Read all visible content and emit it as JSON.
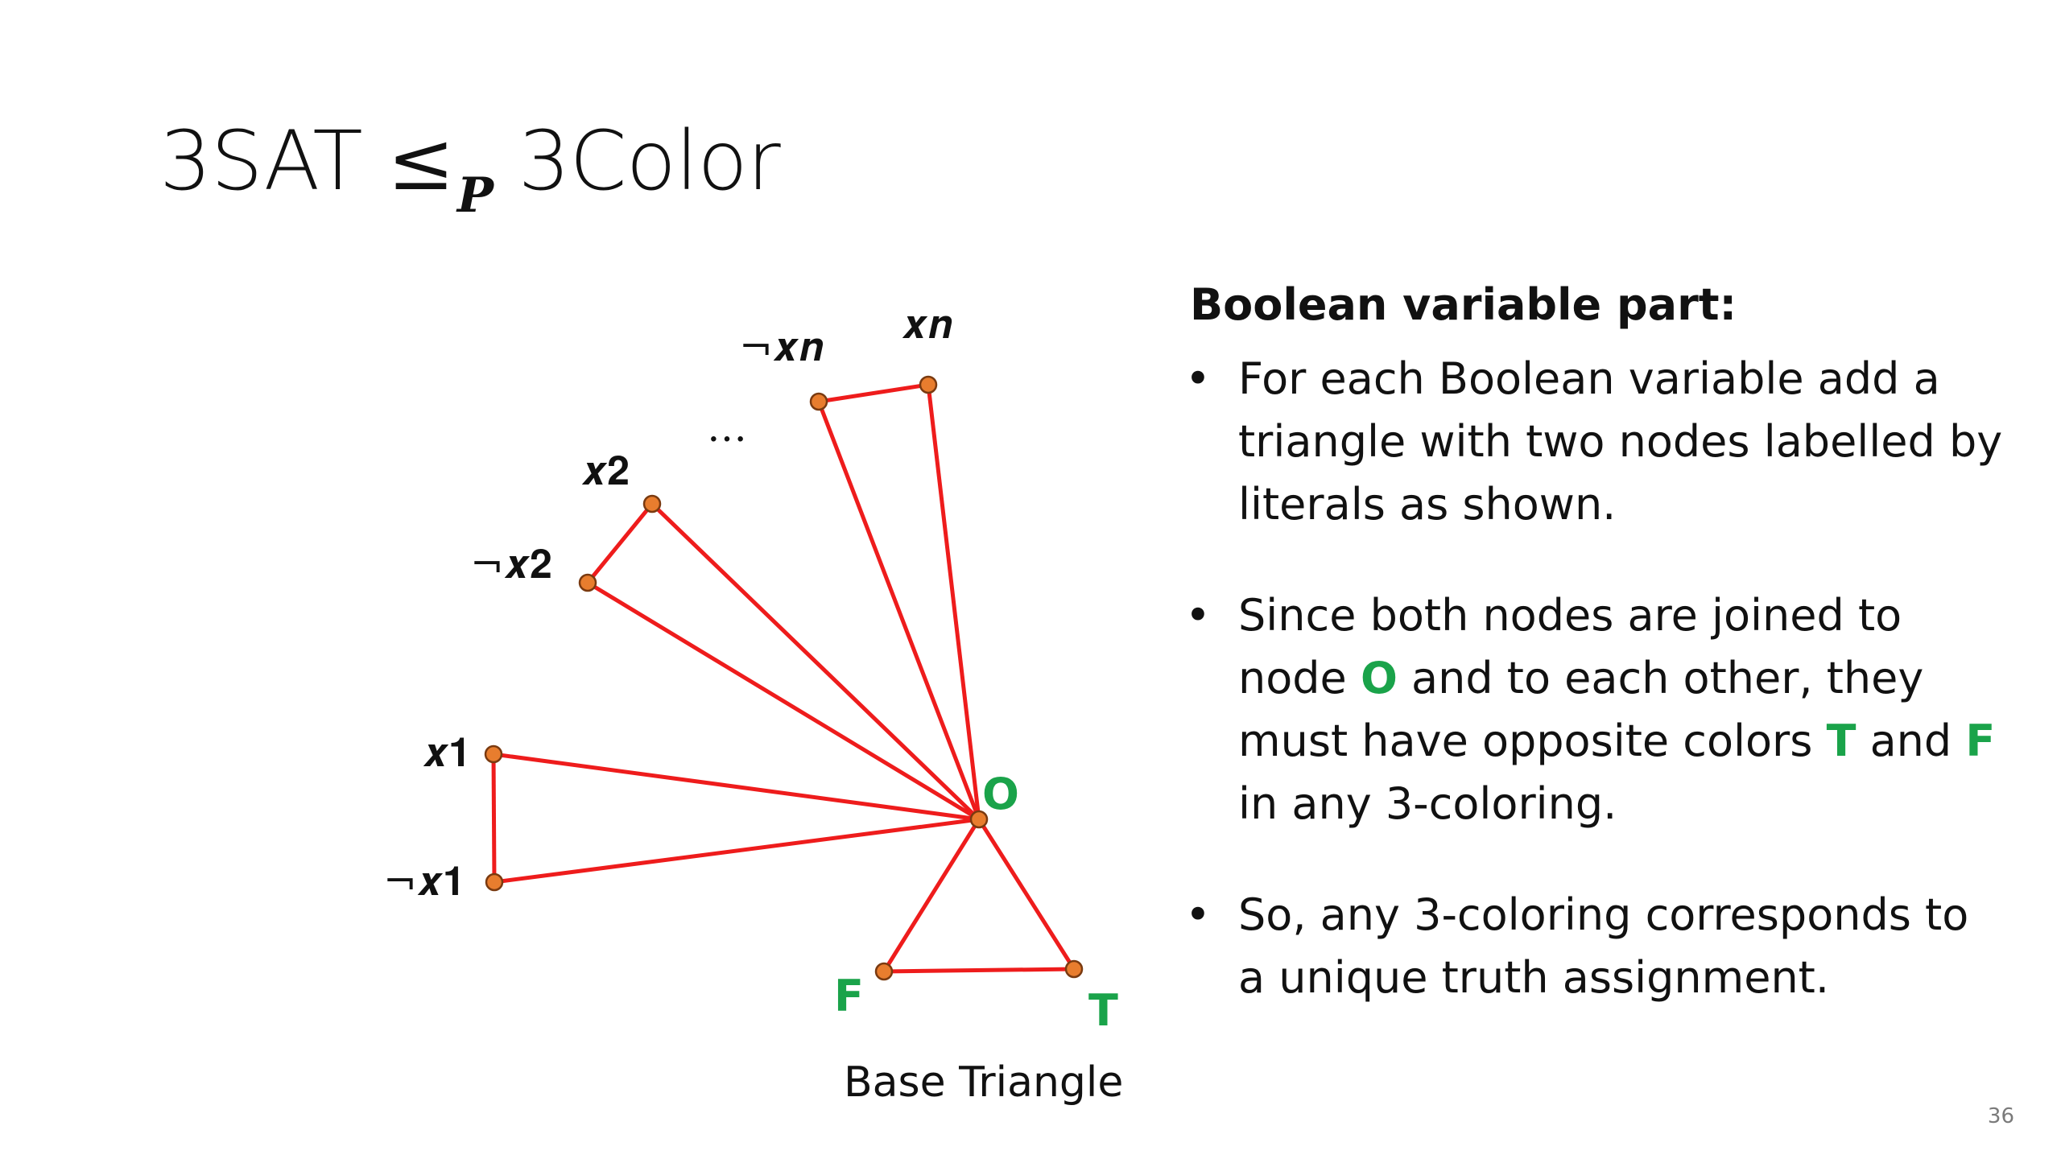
{
  "slide": {
    "title_left": "3SAT ",
    "title_relation": "≤",
    "title_subscript": "P",
    "title_right": " 3Color",
    "page_number": "36"
  },
  "diagram": {
    "labels": {
      "not_xn": "¬𝒙𝒏",
      "xn": "𝒙𝒏",
      "ellipsis": "…",
      "x2": "𝒙𝟐",
      "not_x2": "¬𝒙𝟐",
      "x1": "𝒙𝟏",
      "not_x1": "¬𝒙𝟏",
      "o": "O",
      "f": "F",
      "t": "T"
    },
    "caption": "Base Triangle",
    "edge_color": "#ee1c1c",
    "node_color": "#e87d2e",
    "node_stroke": "#7a3a10",
    "label_color_special": "#1aa34a"
  },
  "panel": {
    "heading": "Boolean variable part:",
    "bullet_symbol": "•",
    "b1": "For each Boolean variable add a triangle with two nodes labelled by literals as shown.",
    "b2_part1": "Since both nodes are joined to node ",
    "b2_o": "O",
    "b2_part2": " and to each other, they must have opposite colors ",
    "b2_t": "T",
    "b2_part3": " and ",
    "b2_f": "F",
    "b2_part4": " in any 3-coloring.",
    "b3": "So, any 3-coloring corresponds to a unique truth assignment."
  }
}
